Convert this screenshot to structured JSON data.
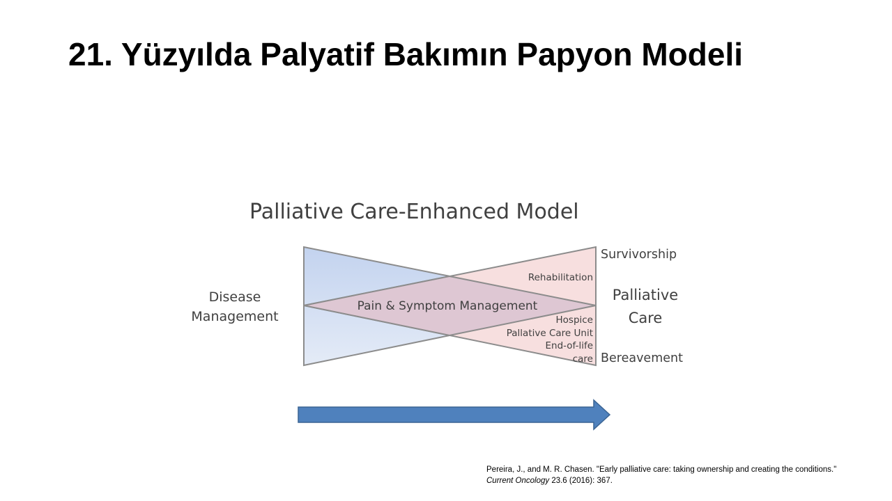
{
  "slide": {
    "title": "21. Yüzyılda Palyatif Bakımın Papyon Modeli"
  },
  "diagram": {
    "title": "Palliative Care-Enhanced Model",
    "left_label_line1": "Disease",
    "left_label_line2": "Management",
    "center_band_label": "Pain & Symptom Management",
    "upper_right_inner_label": "Rehabilitation",
    "lower_right_inner_lines": [
      "Hospice",
      "Pallative Care Unit",
      "End-of-life",
      "care"
    ],
    "right_labels": {
      "top": "Survivorship",
      "middle_line1": "Palliative",
      "middle_line2": "Care",
      "bottom": "Bereavement"
    },
    "colors": {
      "disease_fill_top": "#c3d3ef",
      "disease_fill_bottom": "#e4ebf7",
      "palliative_fill": "#f6d9d9",
      "band_fill": "#dcc4d2",
      "outline": "#8c8c8c",
      "arrow": "#4f81bd",
      "arrow_outline": "#3a6493"
    }
  },
  "citation": {
    "authors": "Pereira, J., and M. R. Chasen. \"Early palliative care: taking ownership and creating the conditions.\" ",
    "journal": "Current Oncology",
    "details": " 23.6 (2016): 367."
  }
}
